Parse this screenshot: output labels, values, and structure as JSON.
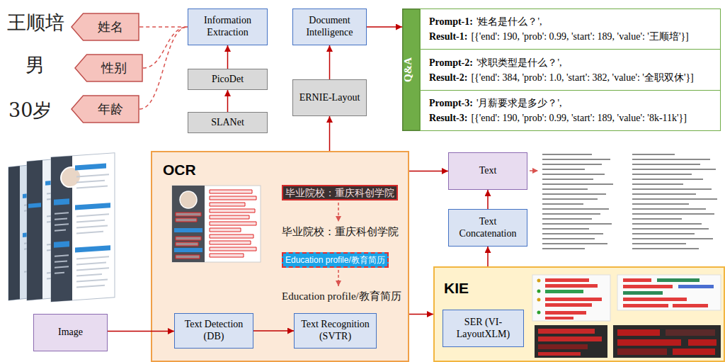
{
  "diagram": {
    "nodes": [
      {
        "text": [
          "姓名"
        ]
      },
      {
        "text": [
          "性别"
        ]
      },
      {
        "text": [
          "年龄"
        ]
      },
      {
        "text": [
          "Information Extraction"
        ]
      },
      {
        "text": [
          "PicoDet"
        ]
      },
      {
        "text": [
          "SLANet"
        ]
      },
      {
        "text": [
          "Document Intelligence"
        ]
      },
      {
        "text": [
          "ERNIE-Layout"
        ]
      },
      {
        "text": [
          "Q&A"
        ]
      },
      {
        "text": [
          "Prompt-1:",
          "'姓名是什么？',",
          "Result-1:",
          "[{'end': 190, 'prob': 0.99, 'start': 189, 'value': '王顺培'}]"
        ],
        "in": 8
      },
      {
        "text": [
          "Prompt-2:",
          "'求职类型是什么？',",
          "Result-2:",
          "[{'end': 384, 'prob': 1.0, 'start': 382, 'value': '全职双休'}]"
        ],
        "in": 8
      },
      {
        "text": [
          "Prompt-3:",
          "'月薪要求是多少？',",
          "Result-3:",
          "[{'end': 190, 'prob': 0.99, 'start': 189, 'value': '8k-11k'}]"
        ],
        "in": 8
      },
      {
        "text": [
          "OCR"
        ]
      },
      {
        "text": [
          "Text Detection (DB)"
        ],
        "in": 12
      },
      {
        "text": [
          "Text Recognition (SVTR)"
        ],
        "in": 12
      },
      {
        "text": [
          "Text"
        ]
      },
      {
        "text": [
          "Text Concatenation"
        ]
      },
      {
        "text": [
          "Image"
        ]
      },
      {
        "text": [
          "KIE"
        ]
      },
      {
        "text": [
          "SER (VI-LayoutXLM)"
        ],
        "in": 18
      }
    ],
    "edges": [
      {
        "from": 0,
        "to": 3,
        "arrow": "none"
      },
      {
        "from": 1,
        "to": 3,
        "arrow": "none"
      },
      {
        "from": 2,
        "to": 3,
        "arrow": "none"
      },
      {
        "from": 5,
        "to": 4,
        "arrow": "to"
      },
      {
        "from": 4,
        "to": 3,
        "arrow": "to"
      },
      {
        "from": 7,
        "to": 6,
        "arrow": "to"
      },
      {
        "from": 6,
        "to": 8,
        "arrow": "to"
      },
      {
        "from": 12,
        "to": 7,
        "arrow": "to"
      },
      {
        "from": 12,
        "to": 15,
        "arrow": "to"
      },
      {
        "from": 12,
        "to": 18,
        "arrow": "to"
      },
      {
        "from": 17,
        "to": 13,
        "arrow": "to"
      },
      {
        "from": 13,
        "to": 14,
        "arrow": "to"
      },
      {
        "from": 18,
        "to": 16,
        "arrow": "to"
      },
      {
        "from": 16,
        "to": 15,
        "arrow": "to"
      }
    ],
    "labels": [
      "王顺培",
      "男",
      "30岁",
      "毕业院校：重庆科创学院",
      "毕业院校：重庆科创学院",
      "Education profile/教育简历",
      "Education profile/教育简历"
    ]
  }
}
